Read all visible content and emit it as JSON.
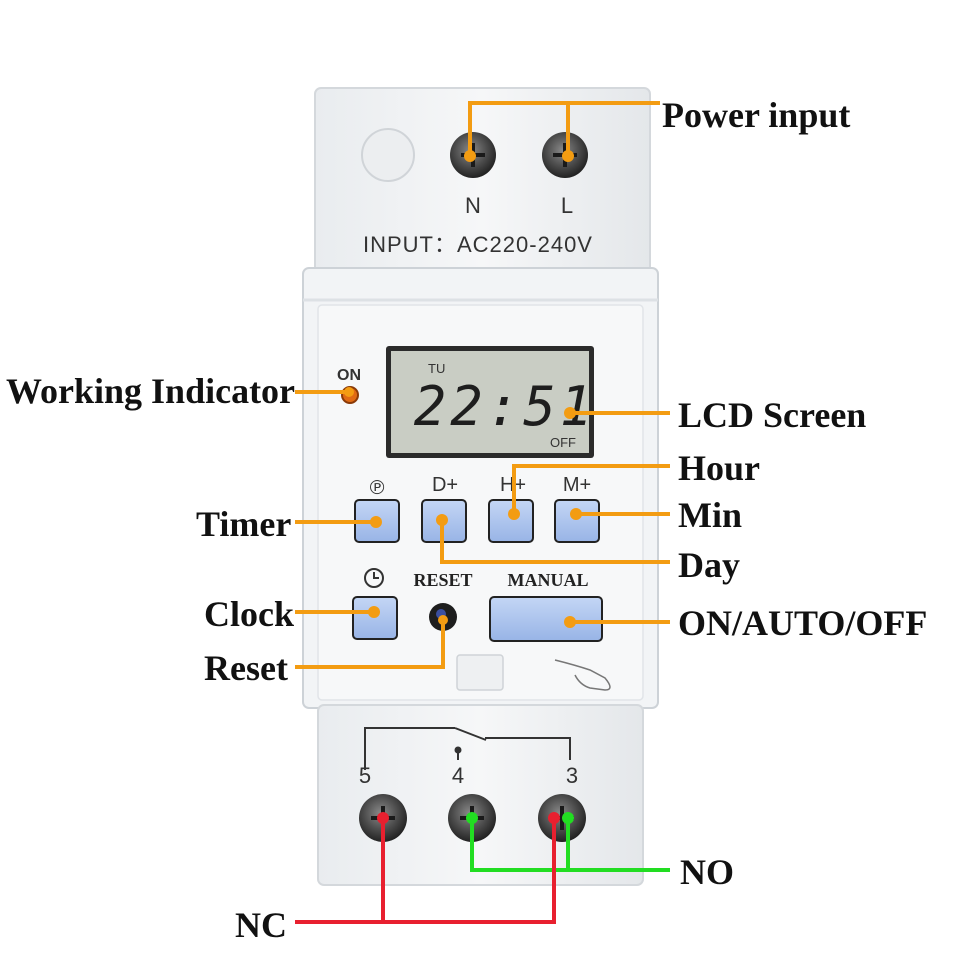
{
  "device": {
    "top_terminal_labels": [
      "N",
      "L"
    ],
    "input_rating": "INPUT：AC220-240V",
    "on_indicator_label": "ON",
    "lcd": {
      "day": "TU",
      "time": "22:51",
      "status": "OFF"
    },
    "buttons": {
      "timer_symbol": "℗",
      "day_label": "D+",
      "hour_label": "H+",
      "min_label": "M+",
      "clock_symbol": "⏱",
      "reset_label": "RESET",
      "manual_label": "MANUAL"
    },
    "bottom_terminal_labels": [
      "5",
      "4",
      "3"
    ]
  },
  "callouts": {
    "power_input": "Power input",
    "working_indicator": "Working Indicator",
    "lcd_screen": "LCD Screen",
    "hour": "Hour",
    "min": "Min",
    "day": "Day",
    "timer": "Timer",
    "clock": "Clock",
    "reset": "Reset",
    "on_auto_off": "ON/AUTO/OFF",
    "no": "NO",
    "nc": "NC"
  },
  "colors": {
    "callout_line": "#f39c12",
    "no_line": "#22dd22",
    "nc_line": "#e8202f",
    "button_blue": "#a9c3ef",
    "lcd_bg": "#c9cdc4",
    "indicator": "#e06a14"
  }
}
